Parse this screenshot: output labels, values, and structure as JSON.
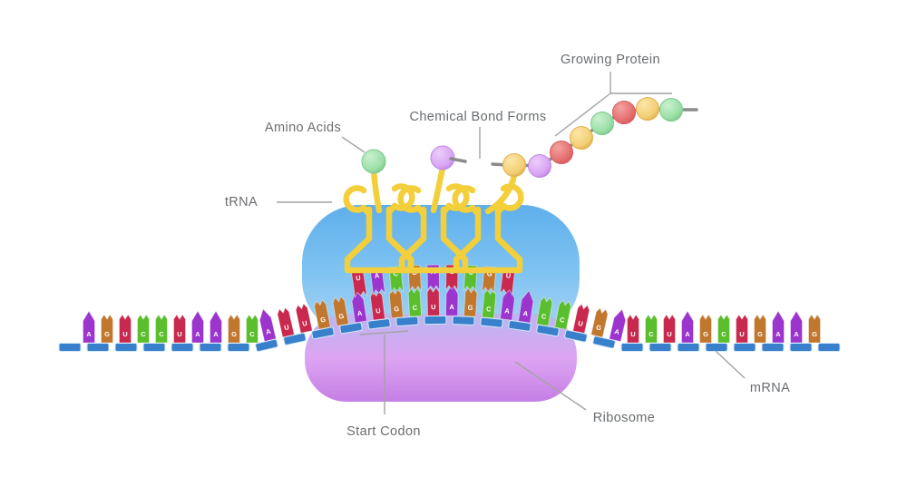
{
  "labels": {
    "amino_acids": "Amino Acids",
    "chemical_bond_forms": "Chemical Bond Forms",
    "growing_protein": "Growing Protein",
    "trna": "tRNA",
    "start_codon": "Start Codon",
    "ribosome": "Ribosome",
    "mrna": "mRNA"
  },
  "mrna": {
    "left_sequence": [
      "A",
      "G",
      "U",
      "C",
      "C",
      "U",
      "A",
      "A",
      "G",
      "C",
      "A",
      "U",
      "U",
      "G",
      "G"
    ],
    "codons": [
      {
        "codon": [
          "A",
          "U",
          "G"
        ],
        "anticodon": [
          "U",
          "A",
          "C"
        ],
        "note": "start codon"
      },
      {
        "codon": [
          "C",
          "U",
          "A"
        ],
        "anticodon": [
          "G",
          "A",
          "U"
        ],
        "note": ""
      },
      {
        "codon": [
          "G",
          "C",
          "A"
        ],
        "anticodon": [
          "C",
          "G",
          "U"
        ],
        "note": ""
      }
    ],
    "right_sequence": [
      "A",
      "C",
      "C",
      "U",
      "G",
      "A",
      "U",
      "C",
      "U",
      "A",
      "G",
      "C",
      "U",
      "G",
      "A",
      "A",
      "G"
    ]
  },
  "trnas": [
    {
      "amino_acid": "green"
    },
    {
      "amino_acid": "purple"
    },
    {
      "amino_acid": "yellow"
    }
  ],
  "growing_protein_beads": [
    "yellow",
    "purple",
    "red",
    "yellow",
    "green",
    "red",
    "yellow",
    "green"
  ],
  "palette": {
    "nucleotides": {
      "A": "#9C35CE",
      "G": "#C1772E",
      "U": "#C9294E",
      "C": "#5BBE2D"
    },
    "amino_acids": {
      "green": "#9BDFA6",
      "purple": "#D9A5F3",
      "yellow": "#F3CF74",
      "red": "#E56E6F"
    },
    "amino_acid_edges": {
      "green": "#7CC98F",
      "purple": "#C287E4",
      "yellow": "#E0B14E",
      "red": "#D65C5E"
    },
    "amino_acid_lights": {
      "green": "#C9F1CF",
      "purple": "#EDCDFA",
      "yellow": "#FBE6A9",
      "red": "#F2A3A1"
    },
    "backbone": "#3880CB",
    "trna": "#F2CF3B",
    "bond": "#8C8C8C",
    "leader": "#A3A3A3",
    "ribosome_top": [
      "#5FAFEB",
      "#7EC3F2",
      "#ABD4F2"
    ],
    "ribosome_bottom": [
      "#B9B6F0",
      "#DDA5F3",
      "#C57EE4"
    ]
  }
}
